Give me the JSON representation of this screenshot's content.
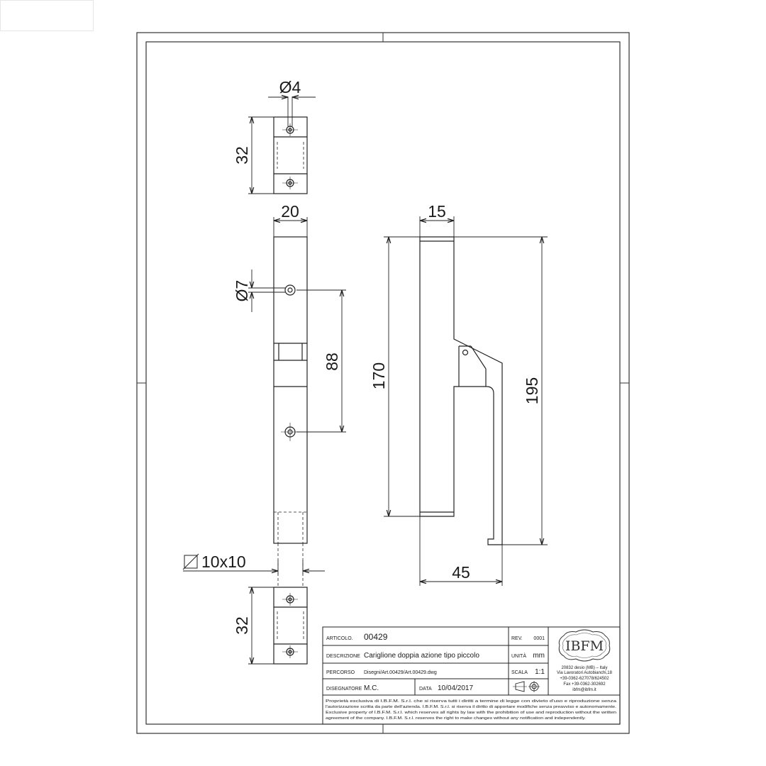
{
  "dimensions": {
    "hole_small_diameter": "Ø4",
    "keeper_top_height": "32",
    "bar_width": "20",
    "handle_thickness": "15",
    "hole_large_diameter": "Ø7",
    "hole_spacing": "88",
    "bar_length": "170",
    "handle_length": "195",
    "square_spindle": "10x10",
    "handle_depth": "45",
    "keeper_bottom_height": "32"
  },
  "title_block": {
    "articolo_label": "ARTICOLO.",
    "articolo_value": "00429",
    "rev_label": "REV.",
    "rev_value": "0001",
    "descrizione_label": "DESCRIZIONE",
    "descrizione_value": "Cariglione doppia azione tipo piccolo",
    "unita_label": "UNITÀ",
    "unita_value": "mm",
    "percorso_label": "PERCORSO",
    "percorso_value": "Disegni/Art.00429/Art.00429.dwg",
    "scala_label": "SCALA",
    "scala_value": "1:1",
    "disegnatore_label": "DISEGNATORE",
    "disegnatore_value": "M.C.",
    "data_label": "DATA",
    "data_value": "10/04/2017",
    "logo": "IBFM",
    "company_lines": [
      "20832 desio (MB) – Italy",
      "Via Lavoratori Autobianchi,18",
      "+39-0362-627078/624502",
      "Fax +39-0362-302692",
      "ibfm@ibfm.it"
    ],
    "legal_lines": [
      "Proprietà esclusiva di I.B.F.M. S.r.l. che si riserva tutti i diritti a termine di legge con divieto d'uso e riproduzione senza",
      "l'autorizzazione scritta da parte dell'azienda. I.B.F.M. S.r.l. si riserva il diritto di apportare modifiche senza preavviso e autonomamente.",
      "Exclusive property of I.B.F.M. S.r.l. which reserves all rights by law with the prohibition of use and reproduction without the written",
      "agreement of the company. I.B.F.M. S.r.l. reserves the right to make changes without any notification and independently."
    ]
  }
}
